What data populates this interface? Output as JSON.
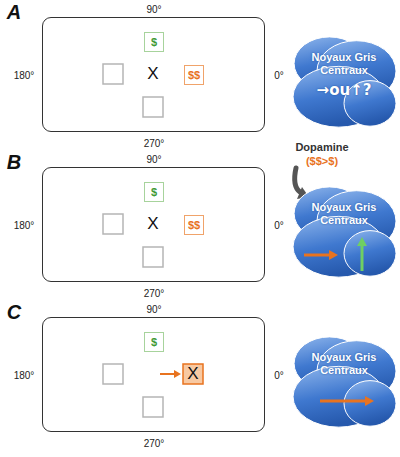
{
  "diagram": {
    "nodes": [
      {
        "text": [
          "90°",
          "180°",
          "0°",
          "270°"
        ]
      },
      {
        "text": [
          "$"
        ],
        "in": 0
      },
      {
        "text": [
          "$$"
        ],
        "in": 0
      },
      {
        "text": [
          "Noyaux Gris Centraux",
          "→ou↑?"
        ]
      },
      {
        "text": [
          "90°",
          "180°",
          "0°",
          "270°"
        ]
      },
      {
        "text": [
          "$"
        ],
        "in": 4
      },
      {
        "text": [
          "$$"
        ],
        "in": 4
      },
      {
        "text": [
          "Noyaux Gris Centraux"
        ]
      },
      {
        "text": [
          "90°",
          "180°",
          "0°",
          "270°"
        ]
      },
      {
        "text": [
          "$"
        ],
        "in": 8
      },
      {
        "text": [
          "Noyaux Gris Centraux"
        ]
      }
    ],
    "labels": [
      "A",
      "X",
      "B",
      "X",
      "Dopamine",
      "($$>$)",
      "C",
      "X"
    ]
  }
}
